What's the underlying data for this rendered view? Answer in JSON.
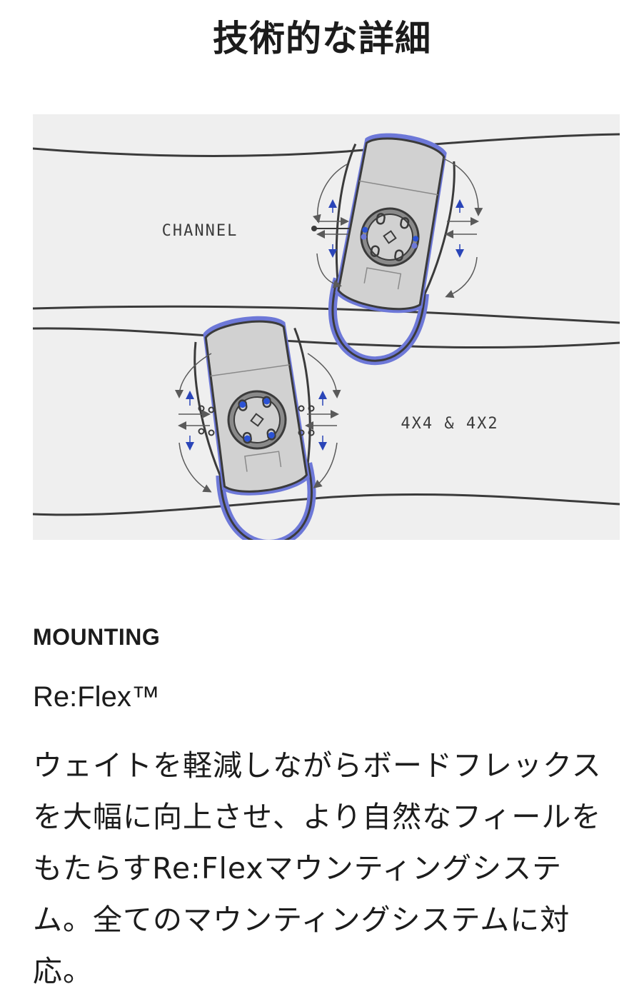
{
  "page": {
    "title": "技術的な詳細"
  },
  "diagram": {
    "labels": {
      "channel": "CHANNEL",
      "disc": "4X4 & 4X2"
    },
    "colors": {
      "background": "#efefef",
      "outline": "#3b3b3b",
      "highlight": "#6d78d8",
      "screw": "#2b52d4",
      "arrow_blue": "#2a45b8"
    }
  },
  "mounting": {
    "heading": "MOUNTING",
    "product": "Re:Flex™",
    "description": "ウェイトを軽減しながらボードフレックスを大幅に向上させ、より自然なフィールをもたらすRe:Flexマウンティングシステム。全てのマウンティングシステムに対応。"
  }
}
